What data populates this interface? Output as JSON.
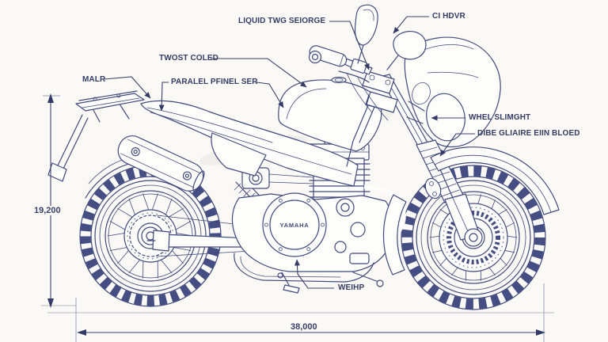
{
  "callouts": {
    "liquid": "LIQUID TWG SEIORGE",
    "choke": "CI HDVR",
    "twost": "TWOST COLED",
    "malr": "MALR",
    "paralel": "PARALEL PFINEL SER",
    "wheel": "WHEL SLIMGHT",
    "dibe": "DIBE GLIAIRE EIIN BLOED",
    "weihp": "WEIHP"
  },
  "dimensions": {
    "height": "19,200",
    "width": "38,000"
  },
  "engine_brand": "YAMAHA",
  "colors": {
    "line": "#414a7d",
    "label": "#353c64",
    "background": "#faf9f6",
    "dimension": "#3c4470"
  }
}
